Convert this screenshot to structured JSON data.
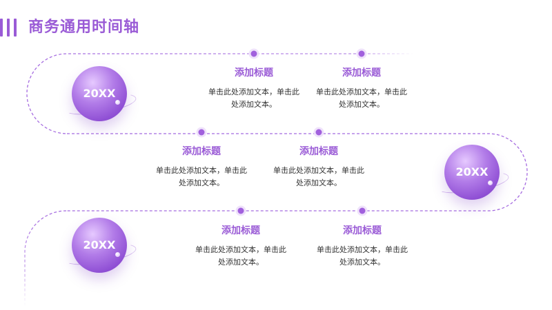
{
  "page": {
    "title": "商务通用时间轴"
  },
  "colors": {
    "accent": "#9a5bd6",
    "path": "#a56be0",
    "dot": "#a160dd",
    "text": "#333333"
  },
  "years": [
    {
      "label": "20XX"
    },
    {
      "label": "20XX"
    },
    {
      "label": "20XX"
    }
  ],
  "items": [
    {
      "title": "添加标题",
      "text": "单击此处添加文本，单击此处添加文本。"
    },
    {
      "title": "添加标题",
      "text": "单击此处添加文本，单击此处添加文本。"
    },
    {
      "title": "添加标题",
      "text": "单击此处添加文本，单击此处添加文本。"
    },
    {
      "title": "添加标题",
      "text": "单击此处添加文本，单击此处添加文本。"
    },
    {
      "title": "添加标题",
      "text": "单击此处添加文本，单击此处添加文本。"
    },
    {
      "title": "添加标题",
      "text": "单击此处添加文本，单击此处添加文本。"
    }
  ]
}
